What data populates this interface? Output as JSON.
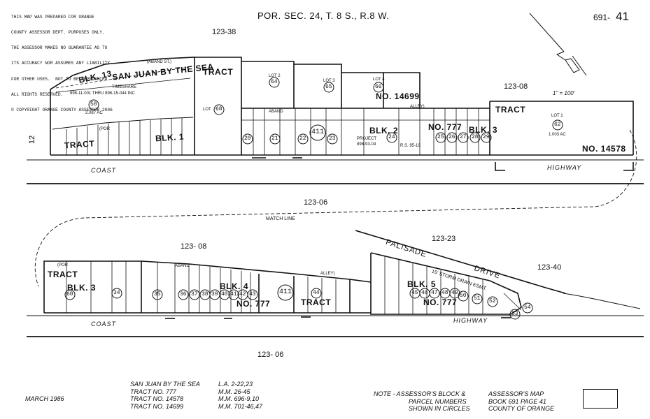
{
  "disclaimer": [
    "THIS MAP WAS PREPARED FOR ORANGE",
    "COUNTY ASSESSOR DEPT. PURPOSES ONLY.",
    "THE ASSESSOR MAKES NO GUARANTEE AS TO",
    "ITS ACCURACY NOR ASSUMES ANY LIABILITY",
    "FOR OTHER USES.  NOT TO BE REPRODUCED.",
    "ALL RIGHTS RESERVED.",
    "© COPYRIGHT ORANGE COUNTY ASSESSOR 2006"
  ],
  "header": {
    "section": "POR. SEC. 24, T. 8 S., R.8 W.",
    "page_prefix": "691-",
    "page_number": "41",
    "scale": "1\" = 100'"
  },
  "books": {
    "b123_38": "123-38",
    "b123_08_top": "123-08",
    "b123_06_mid": "123-06",
    "b123_08_bottom": "123- 08",
    "b123_23": "123-23",
    "b123_40": "123-40",
    "b123_06_bottom": "123- 06",
    "side_12": "12"
  },
  "labels_top": {
    "blk13": "BLK. 13",
    "aband_st": "(ABAND ST.)",
    "san_juan": "SAN JUAN BY THE SEA",
    "tract1": "TRACT",
    "timeshare": "TIMESHARE",
    "parcels_range": "898-11-001 THRU 898-15-044 INC",
    "acres58": "2.087 AC",
    "por": "(POR",
    "tract2": "TRACT",
    "blk1": "BLK. 1",
    "tract3": "TRACT",
    "lot68": "LOT",
    "lot2": "LOT 2",
    "lot3": "LOT 3",
    "lot4": "LOT 4",
    "no14699": "NO. 14699",
    "aband": "ABAND",
    "alley": "ALLEY)",
    "blk2": "BLK. 2",
    "project": "PROJECT",
    "project_num": "898-93-04",
    "rs": "R.S. 95-19",
    "no777": "NO. 777",
    "blk3": "BLK. 3",
    "tract_right": "TRACT",
    "lot1": "LOT 1",
    "acres62": "1.003 AC",
    "no14578": "NO. 14578",
    "coast": "COAST",
    "highway": "HIGHWAY"
  },
  "labels_bottom": {
    "match_line": "MATCH LINE",
    "por": "(POR",
    "tract": "TRACT",
    "blk3": "BLK. 3",
    "aband": "ABAND",
    "blk4": "BLK. 4",
    "no777a": "NO. 777",
    "alley": "ALLEY)",
    "tract2": "TRACT",
    "palisade": "PALISADE",
    "drive": "DRIVE",
    "storm": "15' STORM DRAIN ESMT.",
    "blk5": "BLK. 5",
    "no777b": "NO. 777",
    "coast": "COAST",
    "highway": "HIGHWAY"
  },
  "parcels_top": [
    "58",
    "68",
    "64",
    "65",
    "66",
    "20",
    "21",
    "22",
    "23",
    "411",
    "24",
    "25",
    "26",
    "27",
    "28",
    "29",
    "62"
  ],
  "parcels_bottom": [
    "60",
    "34",
    "35",
    "36",
    "37",
    "38",
    "39",
    "40",
    "41",
    "42",
    "43",
    "411",
    "44",
    "45",
    "46",
    "47",
    "48",
    "49",
    "50",
    "51",
    "52",
    "53",
    "54"
  ],
  "footer": {
    "date": "MARCH 1986",
    "tracts": [
      {
        "name": "SAN JUAN BY THE SEA",
        "ref": "L.A. 2-22,23"
      },
      {
        "name": "TRACT NO. 777",
        "ref": "M.M. 26-45"
      },
      {
        "name": "TRACT NO. 14578",
        "ref": "M.M. 696-9,10"
      },
      {
        "name": "TRACT NO. 14699",
        "ref": "M.M. 701-46,47"
      }
    ],
    "note_line1": "NOTE - ASSESSOR'S BLOCK &",
    "note_line2": "PARCEL NUMBERS",
    "note_line3": "SHOWN IN CIRCLES",
    "assessor_line1": "ASSESSOR'S MAP",
    "assessor_book": "BOOK 691  PAGE 41",
    "assessor_line3": "COUNTY OF ORANGE"
  }
}
